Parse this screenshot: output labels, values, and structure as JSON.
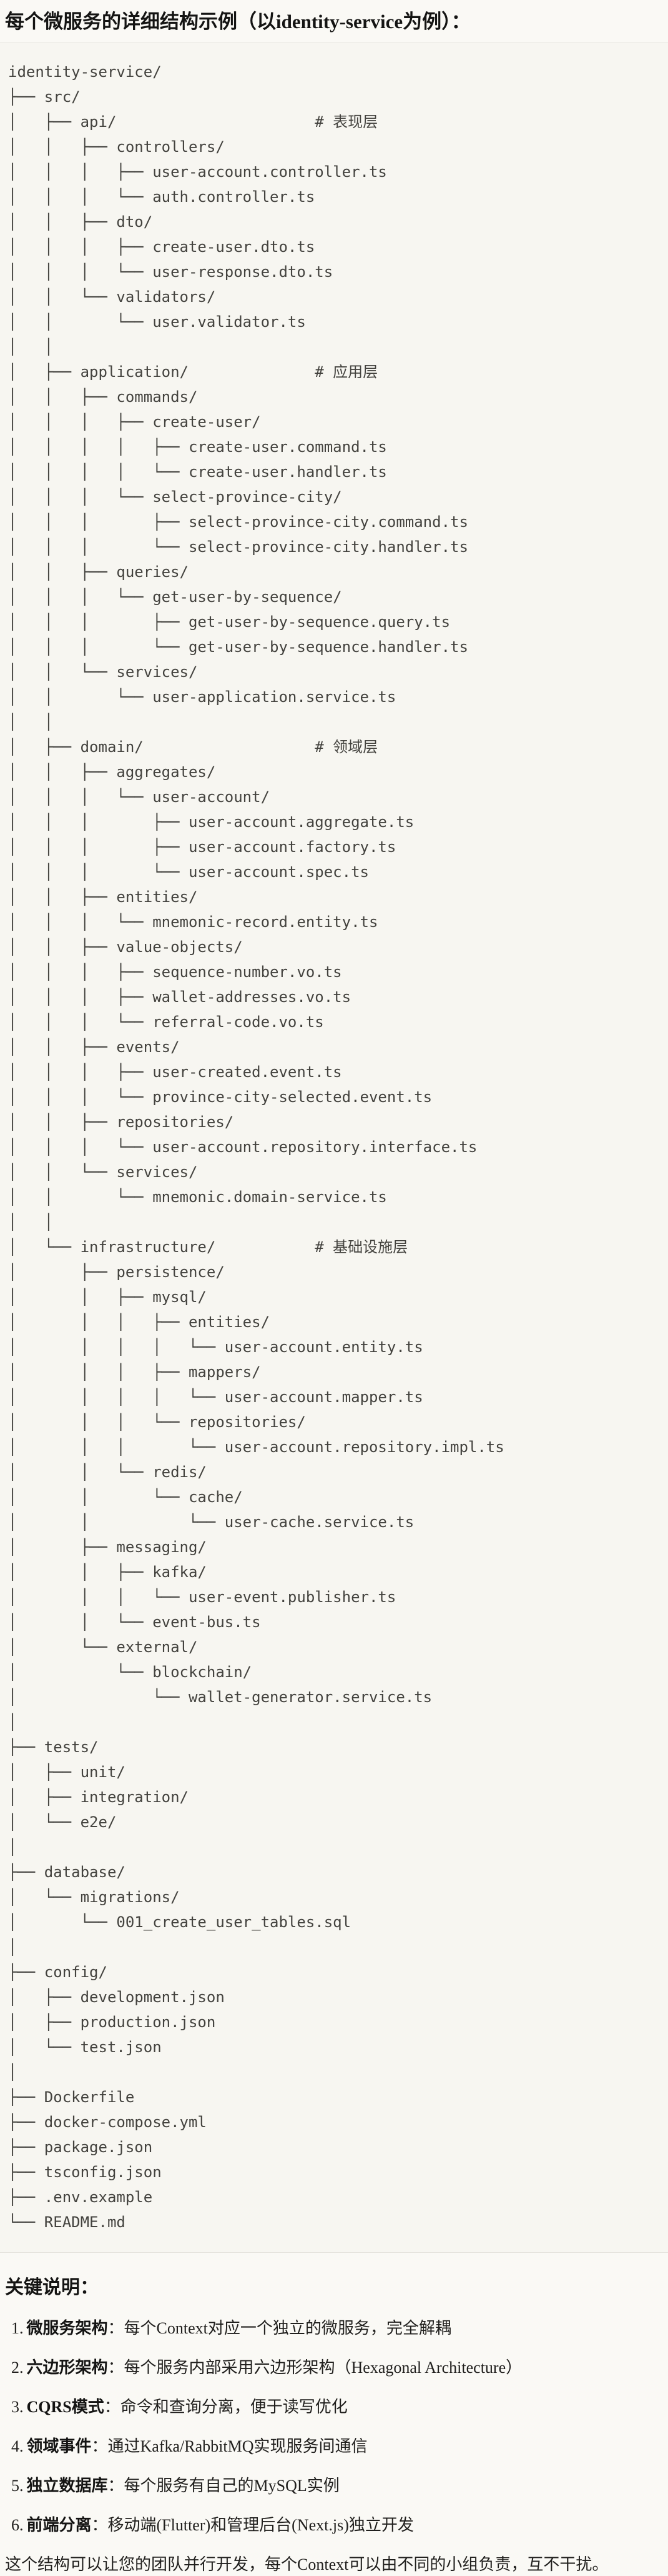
{
  "title": "每个微服务的详细结构示例（以identity-service为例）：",
  "tree_lines": [
    "identity-service/",
    "├── src/",
    "│   ├── api/                      # 表现层",
    "│   │   ├── controllers/",
    "│   │   │   ├── user-account.controller.ts",
    "│   │   │   └── auth.controller.ts",
    "│   │   ├── dto/",
    "│   │   │   ├── create-user.dto.ts",
    "│   │   │   └── user-response.dto.ts",
    "│   │   └── validators/",
    "│   │       └── user.validator.ts",
    "│   │",
    "│   ├── application/              # 应用层",
    "│   │   ├── commands/",
    "│   │   │   ├── create-user/",
    "│   │   │   │   ├── create-user.command.ts",
    "│   │   │   │   └── create-user.handler.ts",
    "│   │   │   └── select-province-city/",
    "│   │   │       ├── select-province-city.command.ts",
    "│   │   │       └── select-province-city.handler.ts",
    "│   │   ├── queries/",
    "│   │   │   └── get-user-by-sequence/",
    "│   │   │       ├── get-user-by-sequence.query.ts",
    "│   │   │       └── get-user-by-sequence.handler.ts",
    "│   │   └── services/",
    "│   │       └── user-application.service.ts",
    "│   │",
    "│   ├── domain/                   # 领域层",
    "│   │   ├── aggregates/",
    "│   │   │   └── user-account/",
    "│   │   │       ├── user-account.aggregate.ts",
    "│   │   │       ├── user-account.factory.ts",
    "│   │   │       └── user-account.spec.ts",
    "│   │   ├── entities/",
    "│   │   │   └── mnemonic-record.entity.ts",
    "│   │   ├── value-objects/",
    "│   │   │   ├── sequence-number.vo.ts",
    "│   │   │   ├── wallet-addresses.vo.ts",
    "│   │   │   └── referral-code.vo.ts",
    "│   │   ├── events/",
    "│   │   │   ├── user-created.event.ts",
    "│   │   │   └── province-city-selected.event.ts",
    "│   │   ├── repositories/",
    "│   │   │   └── user-account.repository.interface.ts",
    "│   │   └── services/",
    "│   │       └── mnemonic.domain-service.ts",
    "│   │",
    "│   └── infrastructure/           # 基础设施层",
    "│       ├── persistence/",
    "│       │   ├── mysql/",
    "│       │   │   ├── entities/",
    "│       │   │   │   └── user-account.entity.ts",
    "│       │   │   ├── mappers/",
    "│       │   │   │   └── user-account.mapper.ts",
    "│       │   │   └── repositories/",
    "│       │   │       └── user-account.repository.impl.ts",
    "│       │   └── redis/",
    "│       │       └── cache/",
    "│       │           └── user-cache.service.ts",
    "│       ├── messaging/",
    "│       │   ├── kafka/",
    "│       │   │   └── user-event.publisher.ts",
    "│       │   └── event-bus.ts",
    "│       └── external/",
    "│           └── blockchain/",
    "│               └── wallet-generator.service.ts",
    "│",
    "├── tests/",
    "│   ├── unit/",
    "│   ├── integration/",
    "│   └── e2e/",
    "│",
    "├── database/",
    "│   └── migrations/",
    "│       └── 001_create_user_tables.sql",
    "│",
    "├── config/",
    "│   ├── development.json",
    "│   ├── production.json",
    "│   └── test.json",
    "│",
    "├── Dockerfile",
    "├── docker-compose.yml",
    "├── package.json",
    "├── tsconfig.json",
    "├── .env.example",
    "└── README.md"
  ],
  "notes": {
    "heading": "关键说明：",
    "items": [
      {
        "num": "1.",
        "term": "微服务架构",
        "desc": "：每个Context对应一个独立的微服务，完全解耦"
      },
      {
        "num": "2.",
        "term": "六边形架构",
        "desc": "：每个服务内部采用六边形架构（Hexagonal Architecture）"
      },
      {
        "num": "3.",
        "term": "CQRS模式",
        "desc": "：命令和查询分离，便于读写优化"
      },
      {
        "num": "4.",
        "term": "领域事件",
        "desc": "：通过Kafka/RabbitMQ实现服务间通信"
      },
      {
        "num": "5.",
        "term": "独立数据库",
        "desc": "：每个服务有自己的MySQL实例"
      },
      {
        "num": "6.",
        "term": "前端分离",
        "desc": "：移动端(Flutter)和管理后台(Next.js)独立开发"
      }
    ],
    "footer": "这个结构可以让您的团队并行开发，每个Context可以由不同的小组负责，互不干扰。"
  }
}
